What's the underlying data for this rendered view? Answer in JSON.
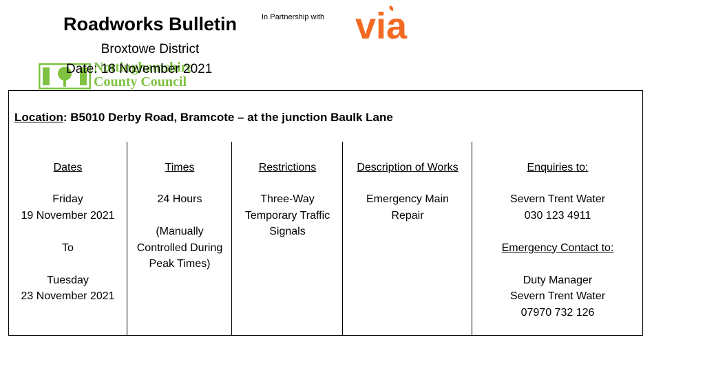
{
  "header": {
    "title": "Roadworks Bulletin",
    "district": "Broxtowe District",
    "date": "Date: 18 November 2021",
    "partnership": "In Partnership with",
    "partner_logo": "via",
    "council_logo_line1": "Nottinghamshire",
    "council_logo_line2": "County Council"
  },
  "location": {
    "label": "Location",
    "text": ": B5010 Derby Road, Bramcote – at the junction Baulk Lane"
  },
  "columns": {
    "dates": {
      "heading": "Dates",
      "start_day": "Friday",
      "start_date": "19 November 2021",
      "separator": "To",
      "end_day": "Tuesday",
      "end_date": "23 November 2021"
    },
    "times": {
      "heading": "Times",
      "hours": "24 Hours",
      "note_1": "(Manually",
      "note_2": "Controlled During",
      "note_3": "Peak Times)"
    },
    "restrictions": {
      "heading": "Restrictions",
      "line_1": "Three-Way",
      "line_2": "Temporary Traffic",
      "line_3": "Signals"
    },
    "description": {
      "heading": "Description of Works",
      "line_1": "Emergency Main",
      "line_2": "Repair"
    },
    "enquiries": {
      "heading": "Enquiries to:",
      "company": "Severn Trent Water",
      "phone": "030 123 4911",
      "emergency_heading": "Emergency Contact to:",
      "contact_role": "Duty Manager",
      "contact_company": "Severn Trent Water",
      "contact_phone": "07970 732 126"
    }
  },
  "colors": {
    "via_orange": "#f26a21",
    "council_green": "#7fc241"
  }
}
